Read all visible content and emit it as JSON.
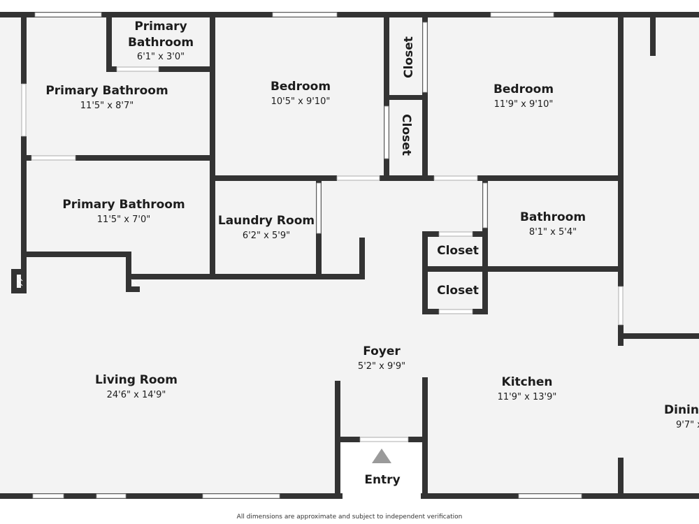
{
  "rooms": {
    "primary_bath_small": {
      "name_line1": "Primary",
      "name_line2": "Bathroom",
      "dims": "6'1\" x 3'0\""
    },
    "primary_bath_1": {
      "name": "Primary Bathroom",
      "dims": "11'5\" x 8'7\""
    },
    "primary_bath_2": {
      "name": "Primary Bathroom",
      "dims": "11'5\" x 7'0\""
    },
    "bedroom_1": {
      "name": "Bedroom",
      "dims": "10'5\" x 9'10\""
    },
    "bedroom_2": {
      "name": "Bedroom",
      "dims": "11'9\" x 9'10\""
    },
    "closet_upper": {
      "name": "Closet"
    },
    "closet_lower": {
      "name": "Closet"
    },
    "laundry": {
      "name": "Laundry Room",
      "dims": "6'2\" x 5'9\""
    },
    "bathroom": {
      "name": "Bathroom",
      "dims": "8'1\" x 5'4\""
    },
    "closet_hall_1": {
      "name": "Closet"
    },
    "closet_hall_2": {
      "name": "Closet"
    },
    "foyer": {
      "name": "Foyer",
      "dims": "5'2\" x 9'9\""
    },
    "living_room": {
      "name": "Living Room",
      "dims": "24'6\" x 14'9\""
    },
    "kitchen": {
      "name": "Kitchen",
      "dims": "11'9\" x 13'9\""
    },
    "dining": {
      "name": "Dining",
      "dims": "9'7\" x"
    },
    "entry": {
      "name": "Entry"
    }
  },
  "colors": {
    "wall": "#333333",
    "floor": "#f3f3f3",
    "window": "#ffffff",
    "entry_arrow": "#9a9a9a"
  },
  "disclaimer": "All dimensions are approximate and subject to independent verification"
}
